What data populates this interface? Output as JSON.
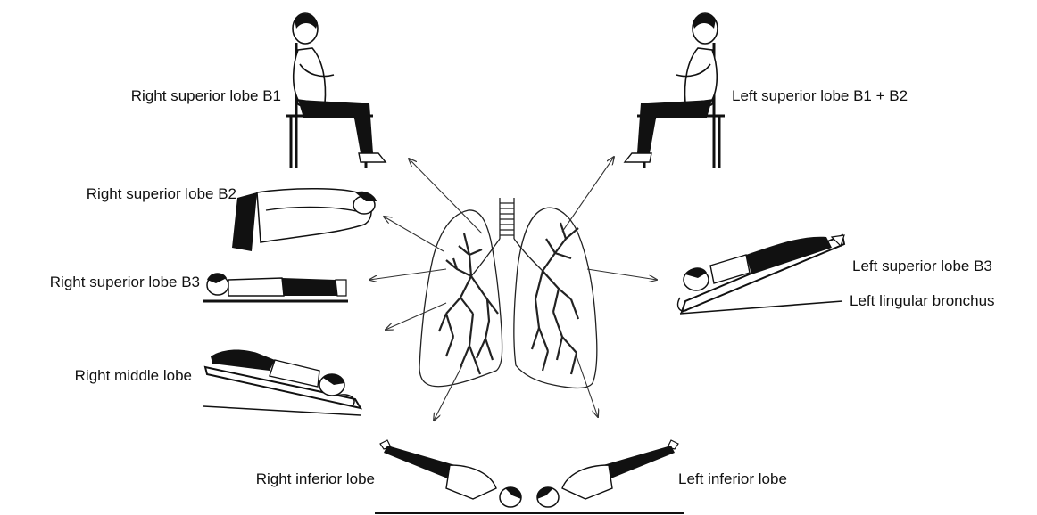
{
  "labels": {
    "right_superior_b1": "Right superior lobe B1",
    "left_superior_b1_b2": "Left superior lobe B1 + B2",
    "right_superior_b2": "Right superior lobe B2",
    "right_superior_b3": "Right superior lobe B3",
    "left_superior_b3": "Left superior lobe B3",
    "left_lingular": "Left lingular bronchus",
    "right_middle": "Right middle lobe",
    "right_inferior": "Right inferior lobe",
    "left_inferior": "Left inferior lobe"
  },
  "icons": [
    "lungs-icon",
    "seated-person-icon",
    "lying-person-icon",
    "prone-person-icon",
    "arrow-icon"
  ],
  "colors": {
    "ink": "#111111",
    "clothing": "#111111",
    "line": "#333333"
  }
}
